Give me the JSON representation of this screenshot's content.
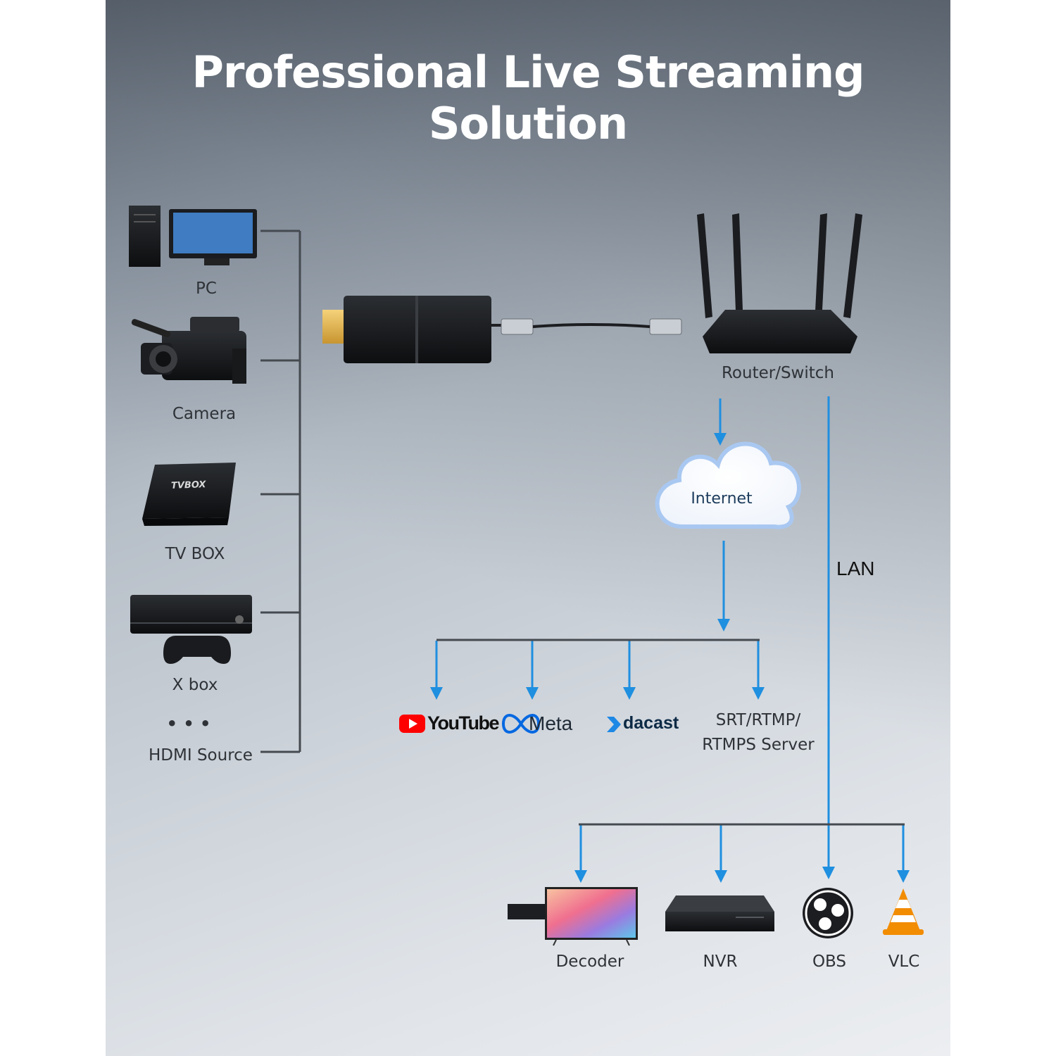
{
  "title": "Professional Live Streaming Solution",
  "sources": {
    "pc": "PC",
    "camera": "Camera",
    "tvbox": "TV BOX",
    "tvbox_print": "TVBOX",
    "xbox": "X  box",
    "more": "• • •",
    "hdmi": "HDMI Source"
  },
  "router": "Router/Switch",
  "internet": "Internet",
  "lan": "LAN",
  "platforms": {
    "youtube": "YouTube",
    "meta": "Meta",
    "dacast": "dacast",
    "server_line1": "SRT/RTMP/",
    "server_line2": "RTMPS Server"
  },
  "lan_devices": {
    "decoder": "Decoder",
    "nvr": "NVR",
    "obs": "OBS",
    "vlc": "VLC"
  },
  "colors": {
    "arrow": "#1f8fe0",
    "connector": "#454a50",
    "youtube_red": "#ff0000",
    "meta_blue": "#0668e1",
    "dacast_blue": "#1e88e5",
    "vlc_orange": "#f28c00"
  }
}
